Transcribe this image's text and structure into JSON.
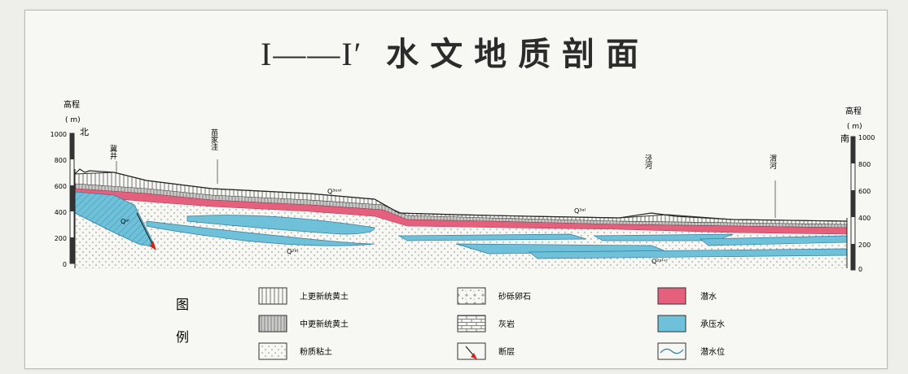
{
  "title": {
    "prefix": "I——I′",
    "main": "水文地质剖面"
  },
  "axes": {
    "left_label": "高程",
    "left_unit": "( m)",
    "right_label": "高程",
    "right_unit": "( m)",
    "left_direction": "北",
    "right_direction": "南",
    "ticks": [
      "1000",
      "800",
      "600",
      "400",
      "200",
      "0"
    ]
  },
  "places": {
    "well": "冀井",
    "village": "苗家洼",
    "river1": "泾河",
    "river2": "渭河"
  },
  "strata": {
    "q_top": "Q³ᵉᵒˡ",
    "q_al": "Q³ᵃˡ",
    "q_mid": "Qᵃˡ",
    "q_low1": "Q²ᵃˡ",
    "q_low2": "Q²ᵃˡ⁺ˡ"
  },
  "legend": {
    "title_1": "图",
    "title_2": "例",
    "items": [
      "上更新统黄土",
      "中更新统黄土",
      "粉质粘土",
      "砂砾卵石",
      "灰岩",
      "断层",
      "潜水",
      "承压水",
      "潜水位"
    ]
  },
  "colors": {
    "phreatic_water": "#e5607d",
    "confined_water": "#6ec1d9",
    "paper": "#f7f7f3",
    "line": "#3a3a3a"
  }
}
